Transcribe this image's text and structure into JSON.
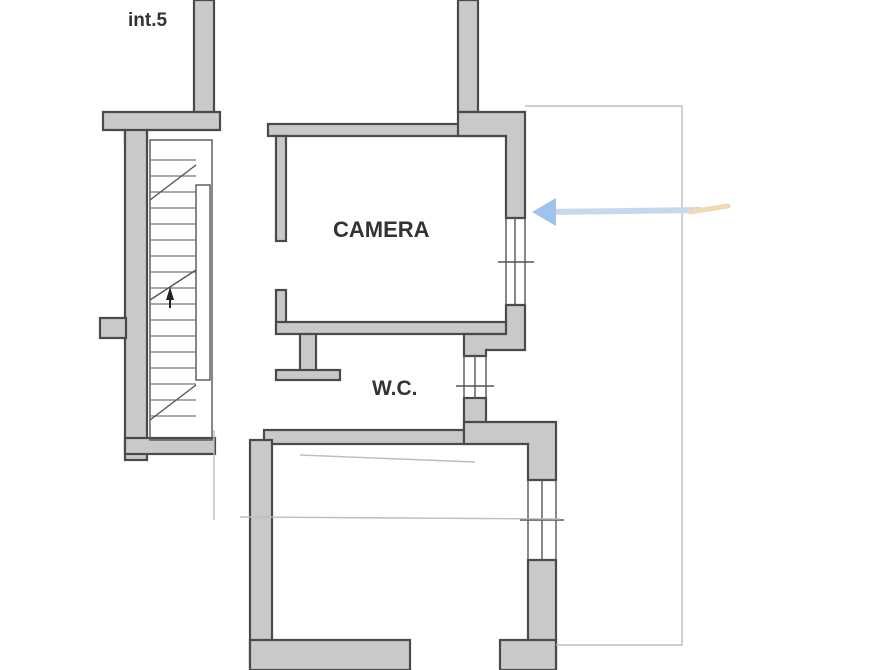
{
  "plan": {
    "labels": {
      "unit": "int.5",
      "room_bedroom": "CAMERA",
      "room_wc": "W.C."
    },
    "colors": {
      "wall_fill": "#c9c9c9",
      "wall_stroke": "#4a4a4a",
      "balcony_line": "#bdbdbd",
      "arrow": "#9fc3ea"
    }
  }
}
